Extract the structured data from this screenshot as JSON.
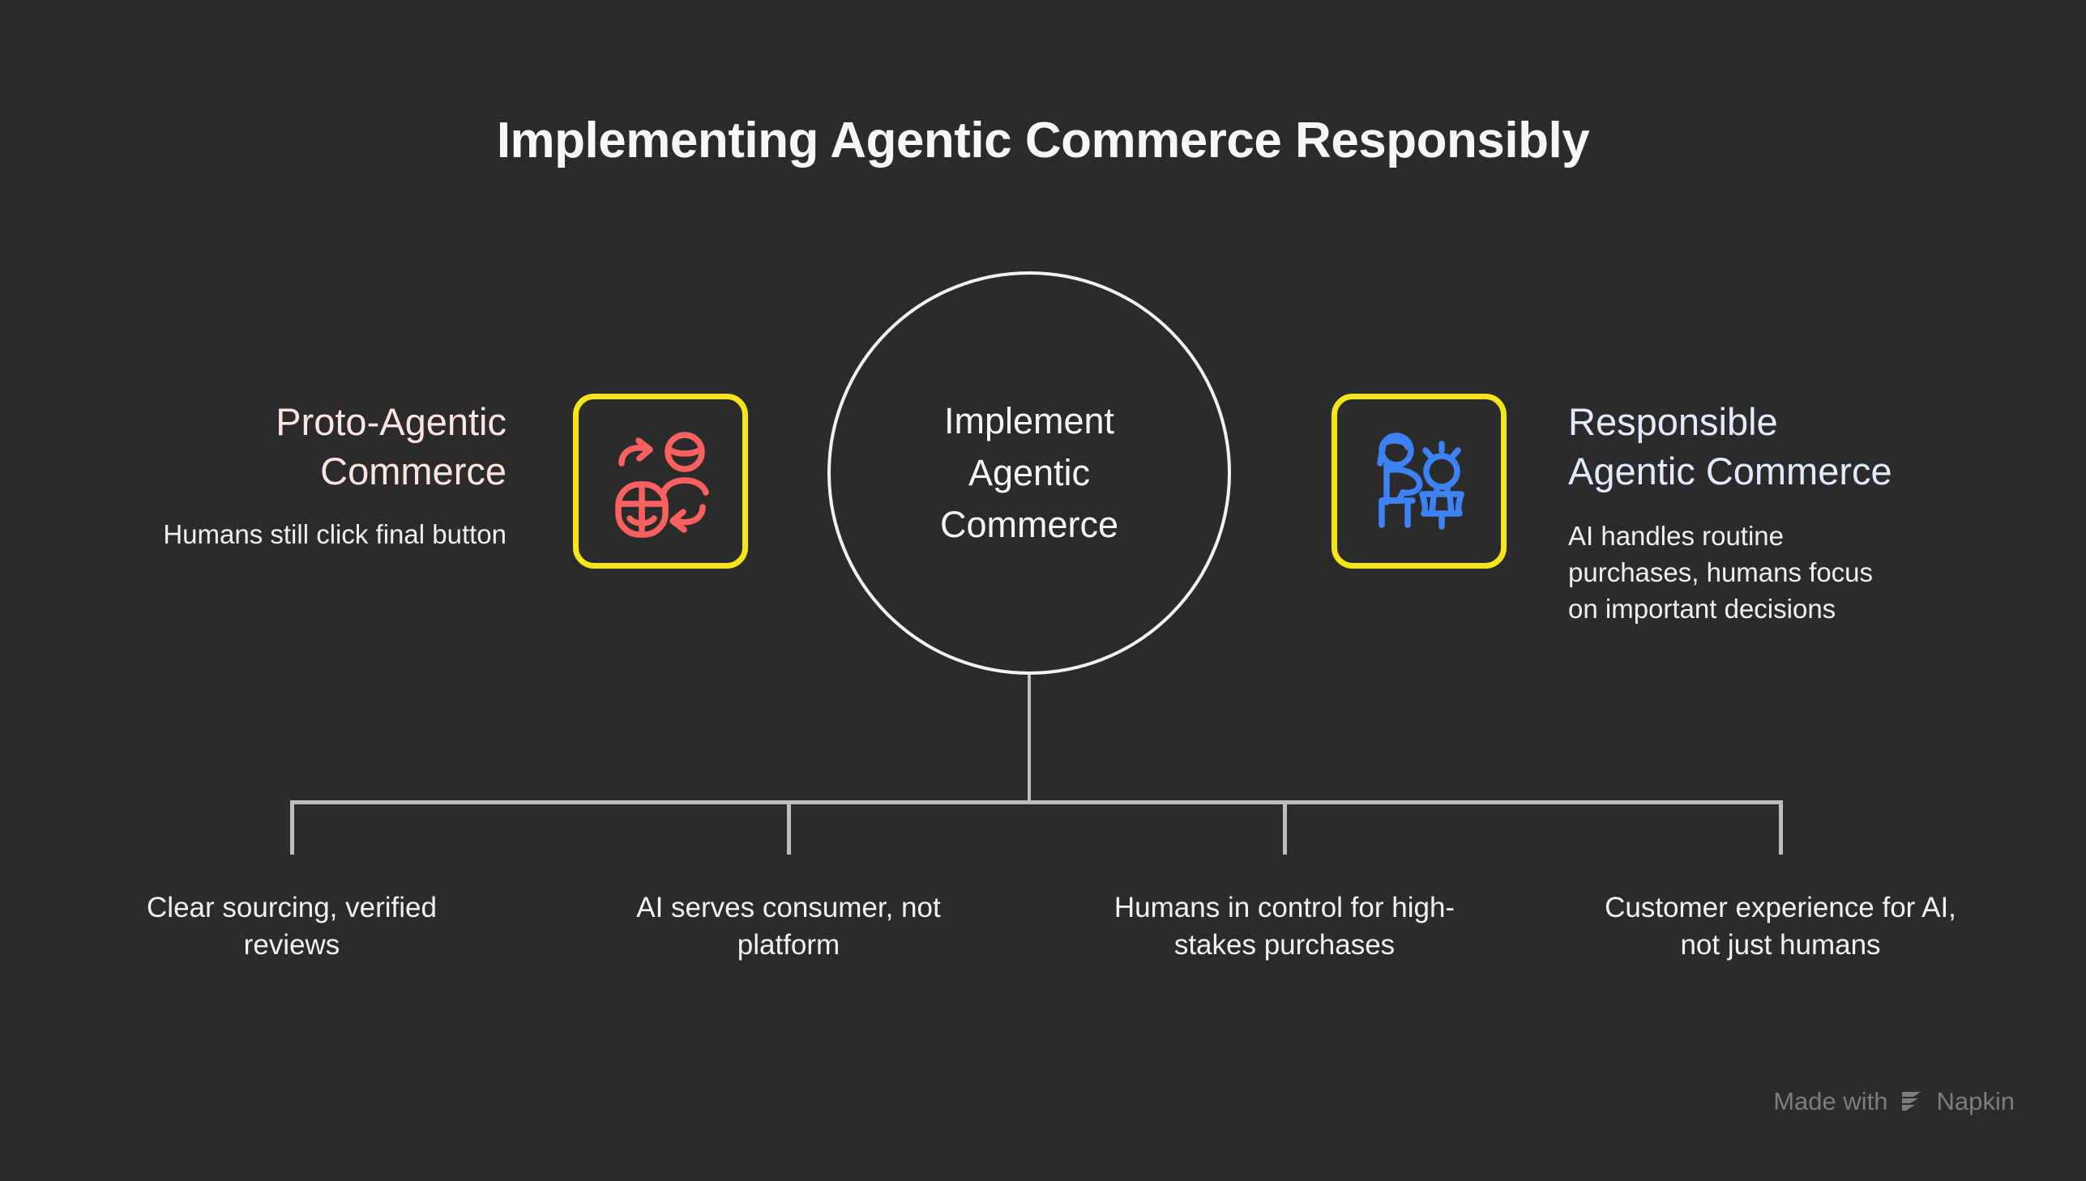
{
  "page": {
    "title": "Implementing Agentic Commerce Responsibly",
    "background_color": "#2b2b2b"
  },
  "center_node": {
    "label": "Implement Agentic Commerce",
    "stroke_color": "#f2f2f2"
  },
  "left_branch": {
    "heading": "Proto-Agentic Commerce",
    "heading_color": "#fbe4e1",
    "description": "Humans still click final button",
    "icon_name": "human-click-loop-icon",
    "icon_color": "#fa6060",
    "icon_border_color": "#f5e51a"
  },
  "right_branch": {
    "heading": "Responsible Agentic Commerce",
    "heading_color": "#e2eafc",
    "description": "AI handles routine purchases, humans focus on important decisions",
    "icon_name": "person-with-ai-assistant-icon",
    "icon_color": "#3d82f5",
    "icon_border_color": "#f5e51a"
  },
  "principles": [
    {
      "label": "Clear sourcing, verified reviews"
    },
    {
      "label": "AI serves consumer, not platform"
    },
    {
      "label": "Humans in control for high-stakes purchases"
    },
    {
      "label": "Customer experience for AI, not just humans"
    }
  ],
  "connector": {
    "color": "#bdbdbd"
  },
  "watermark": {
    "prefix": "Made with",
    "brand": "Napkin",
    "logo_name": "napkin-logo-icon",
    "color": "#7d7d7d"
  }
}
